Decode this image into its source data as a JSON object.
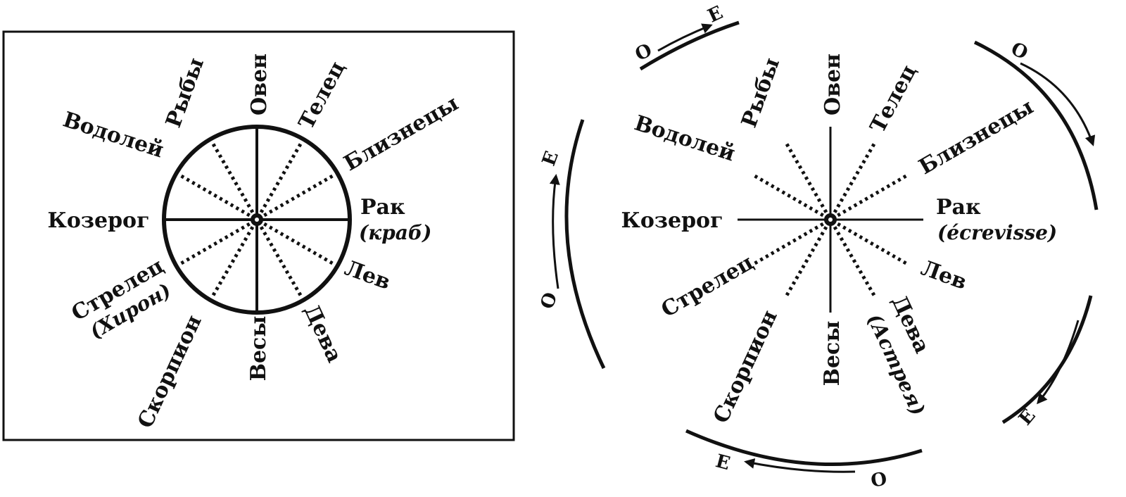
{
  "diagram_a": {
    "signs": {
      "aries": "Овен",
      "taurus": "Телец",
      "gemini": "Близнецы",
      "cancer": "Рак",
      "cancer_note": "(краб)",
      "leo": "Лев",
      "virgo": "Дева",
      "libra": "Весы",
      "scorpio": "Скорпион",
      "sagittarius": "Стрелец",
      "sagittarius_note": "(Хирон)",
      "capricorn": "Козерог",
      "aquarius": "Водолей",
      "pisces": "Рыбы"
    }
  },
  "diagram_b": {
    "signs": {
      "aries": "Овен",
      "taurus": "Телец",
      "gemini": "Близнецы",
      "cancer": "Рак",
      "cancer_note": "(écrevisse)",
      "leo": "Лев",
      "virgo": "Дева",
      "virgo_note": "(Астрея)",
      "libra": "Весы",
      "scorpio": "Скорпион",
      "sagittarius": "Стрелец",
      "capricorn": "Козерог",
      "aquarius": "Водолей",
      "pisces": "Рыбы"
    },
    "arrows": {
      "west_letter": "О",
      "east_letter": "Е"
    }
  }
}
